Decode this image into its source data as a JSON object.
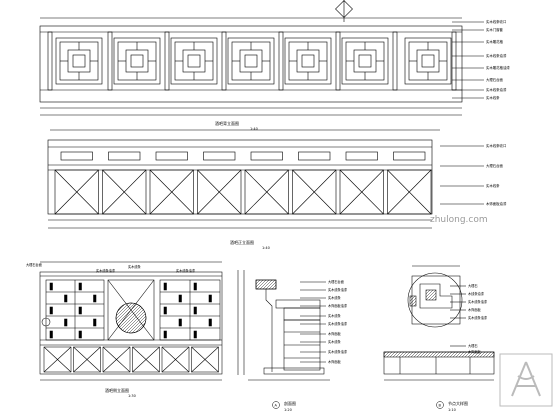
{
  "sheet": {
    "title_1": "酒吧背立面图",
    "title_2": "酒吧正立面图",
    "title_3": "酒吧侧立面图",
    "title_4": "剖面图",
    "title_5": "节点大样图",
    "scale_1": "1:40",
    "scale_2": "1:40",
    "scale_3": "1:30",
    "scale_4": "1:20",
    "scale_5": "1:10",
    "detail_no_a": "A",
    "detail_no_b": "B"
  },
  "annotations": {
    "top_right": [
      "实木线条收口",
      "实木门窗套",
      "实木雕花格",
      "实木线条油漆",
      "实木雕花格油漆",
      "大理石台面",
      "实木线条油漆",
      "实木线条"
    ],
    "mid_right": [
      "实木线条收口",
      "大理石台面",
      "实木线条",
      "木饰面板油漆"
    ],
    "lower_left": [
      "大理石台面",
      "实木线条油漆",
      "实木线条",
      "实木线条油漆"
    ],
    "section": [
      "大理石台面",
      "实木线条油漆",
      "实木线条",
      "木饰面板油漆",
      "实木线条",
      "实木线条油漆",
      "木饰面板",
      "实木线条",
      "实木线条油漆",
      "木饰面板"
    ],
    "detail": [
      "大理石",
      "木线条油漆",
      "实木线条油漆",
      "木饰面板",
      "实木线条油漆",
      "大理石",
      "木饰面板"
    ]
  },
  "watermark": {
    "text": "zhulong.com",
    "logo_icon": "bamboo-logo-icon"
  }
}
